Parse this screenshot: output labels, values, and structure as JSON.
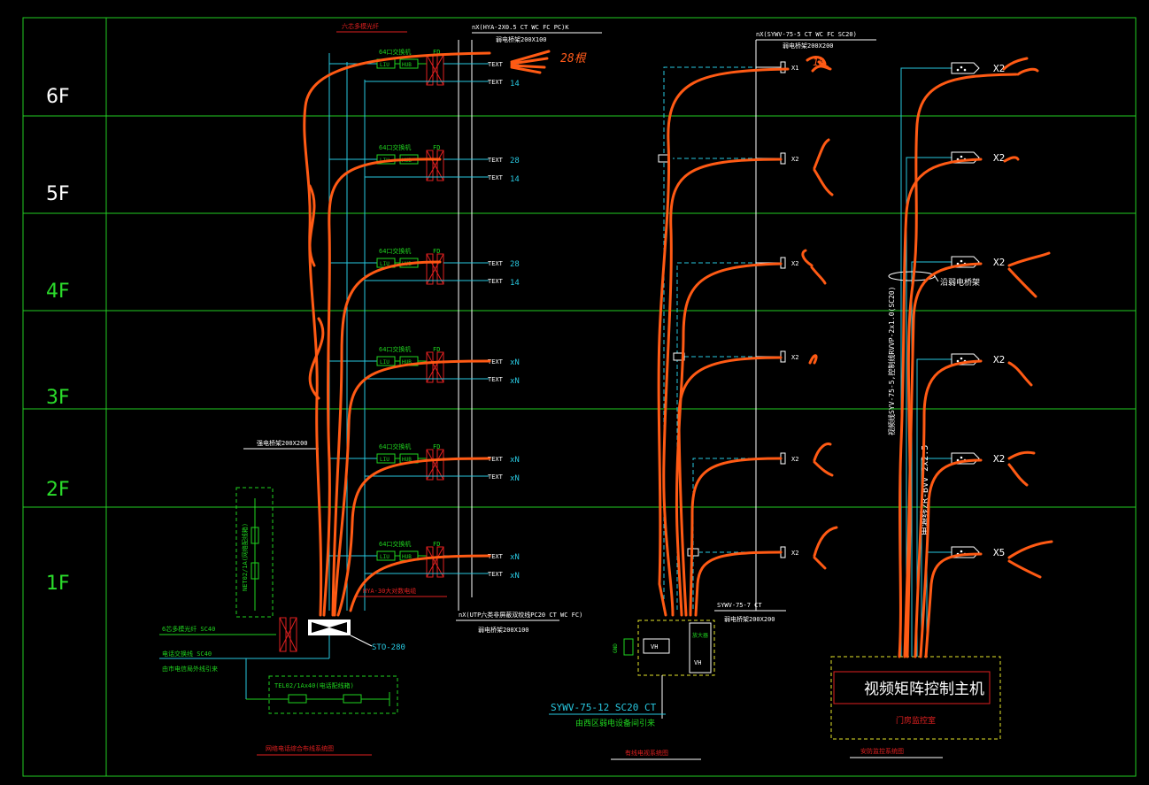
{
  "floors": [
    "6F",
    "5F",
    "4F",
    "3F",
    "2F",
    "1F"
  ],
  "network": {
    "top_label": "六芯多模光纤",
    "cable_spec": "nX(HYA-2X0.5 CT WC FC PC)K",
    "tray_label_top": "弱电桥架200X100",
    "bottom_cable_spec": "nX(UTP六类非屏蔽双绞线PC20 CT WC FC)",
    "tray_label_bottom": "弱电桥架200X100",
    "tray_label_mid": "强电桥架200X200",
    "switch_label": "64口交换机",
    "fd_label": "FD",
    "liu_label": "LIU",
    "hub_label": "HUB",
    "outlet_label": "TEXT",
    "floor_counts": [
      {
        "data": "28",
        "voice": "14"
      },
      {
        "data": "28",
        "voice": "14"
      },
      {
        "data": "28",
        "voice": "14"
      },
      {
        "data": "xN",
        "voice": "xN"
      },
      {
        "data": "xN",
        "voice": "xN"
      },
      {
        "data": "xN",
        "voice": "xN"
      }
    ],
    "hya_label": "HYA-30大对数电缆",
    "net_box_label": "NET02/1A(网络配线箱)",
    "fiber_label": "6芯多模光纤 SC40",
    "tel_line_label": "电话交换线 SC40",
    "tel_source": "由市电信局外线引来",
    "sto_label": "STO-280",
    "tel_box_label": "TEL02/1Ax40(电话配线箱)",
    "title": "网络电话综合布线系统图"
  },
  "tv": {
    "cable_spec": "nX(SYWV-75-5 CT WC FC SC20)",
    "tray_label": "弱电桥架200X200",
    "outlet_counts": [
      "X1",
      "X2",
      "X2",
      "X2",
      "X2",
      "X2"
    ],
    "riser_spec": "SYWV-75-7 CT",
    "riser_tray": "弱电桥架200X200",
    "vh_label": "VH",
    "amp_label": "放大器",
    "gnd_label": "GND",
    "source_spec": "SYWV-75-12 SC20 CT",
    "source_note": "由西区弱电设备间引来",
    "title": "有线电视系统图"
  },
  "cctv": {
    "cam_counts": [
      "X2",
      "X2",
      "X2",
      "X2",
      "X2",
      "X5"
    ],
    "tray_note": "沿弱电桥架",
    "vertical_cable_1": "视频线SYV-75-5,控制线RVVP-2x1.0(SC20)",
    "vertical_cable_2": "电源线ZR-BVV 2x2.5",
    "host_label": "视频矩阵控制主机",
    "room_label": "门房监控室",
    "title": "安防监控系统图"
  },
  "annotations": {
    "handwritten": "28根",
    "handwritten_2": "16"
  },
  "colors": {
    "background": "#000000",
    "grid_green": "#22cc22",
    "cyan": "#28c8e0",
    "annotation_orange": "#ff5a14",
    "red_frame": "#e02020",
    "yellow_dash": "#e6e62a"
  }
}
